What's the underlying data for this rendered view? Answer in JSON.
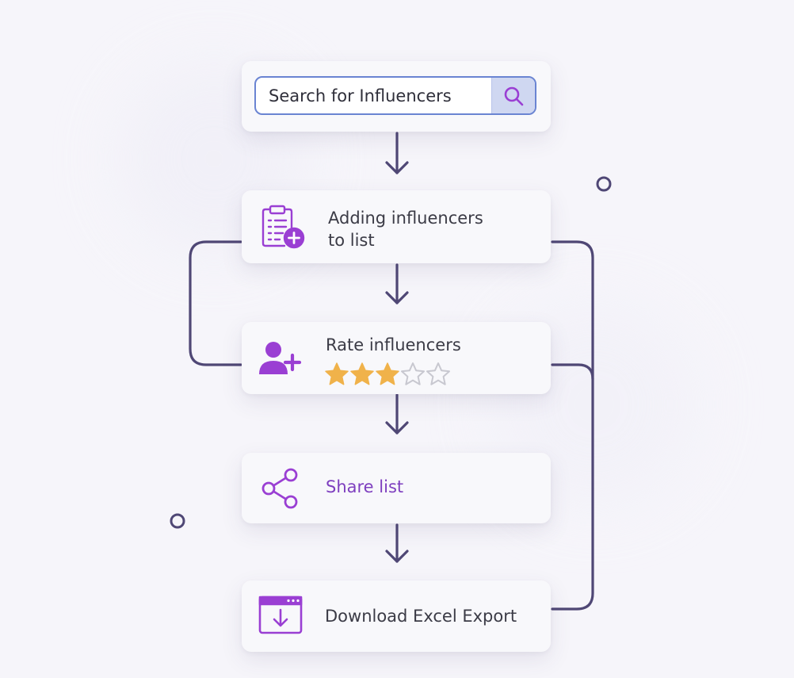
{
  "search": {
    "placeholder": "Search for Influencers"
  },
  "steps": {
    "add_to_list": {
      "line1": "Adding influencers",
      "line2": "to list"
    },
    "rate": {
      "label": "Rate influencers",
      "rating": 3,
      "max_rating": 5
    },
    "share": {
      "label": "Share list"
    },
    "export": {
      "label": "Download Excel Export"
    }
  },
  "icons": {
    "search": "search-icon",
    "clipboard_add": "clipboard-add-icon",
    "user_add": "user-add-icon",
    "star": "star-icon",
    "share": "share-icon",
    "download_window": "download-window-icon"
  },
  "colors": {
    "accent_purple": "#9a3fd3",
    "connector": "#4f4775",
    "star_filled": "#f0b24a",
    "star_empty": "#c8c8d0",
    "search_border": "#6a84d2",
    "search_button_bg": "#cfd7f1",
    "share_label": "#7e3fbf"
  }
}
